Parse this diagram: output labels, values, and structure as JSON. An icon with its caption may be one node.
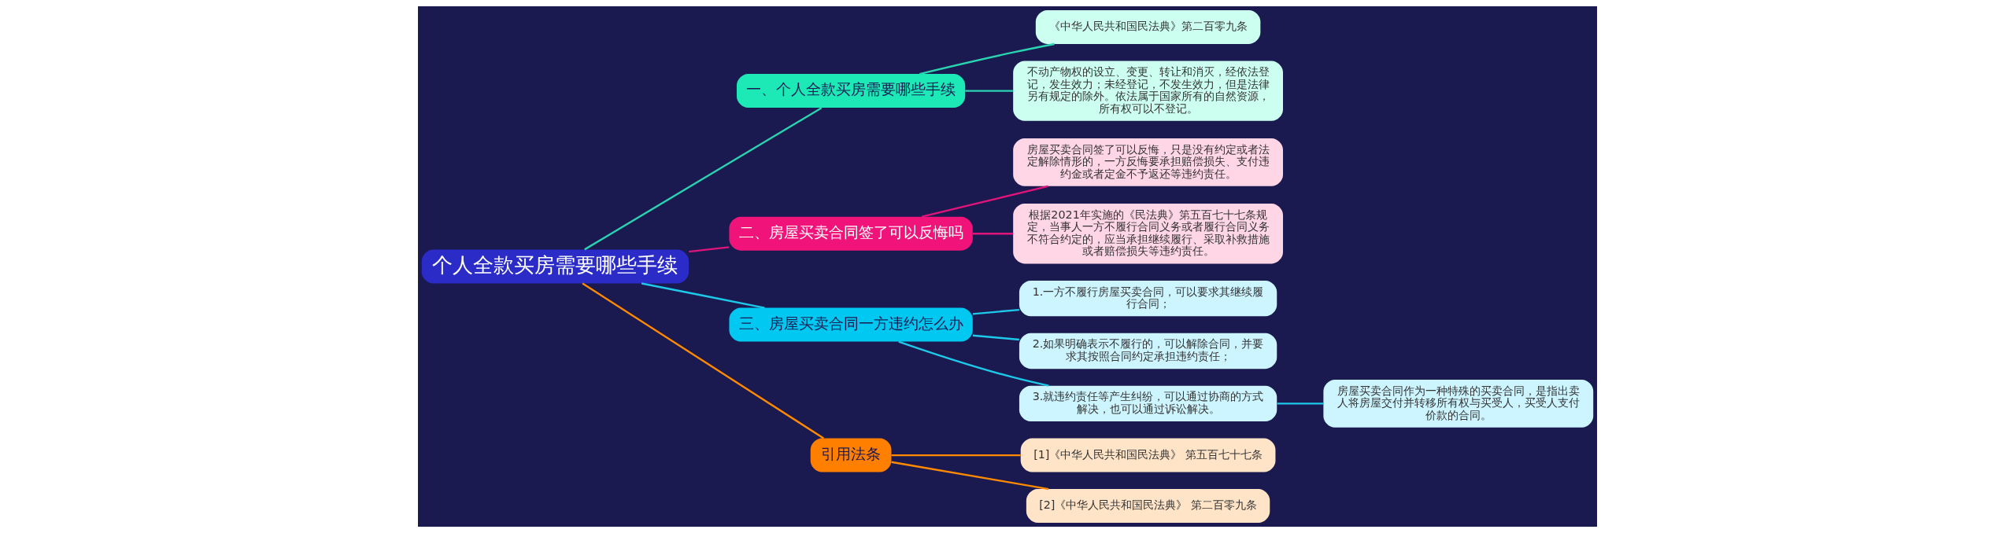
{
  "diagram": {
    "nodes": [
      {
        "text": [
          "个人全款买房需要哪些手续"
        ]
      },
      {
        "text": [
          "一、个人全款买房需要哪些手续"
        ]
      },
      {
        "text": [
          "《中华人民共和国民法典》第二百零九条"
        ]
      },
      {
        "text": [
          "不动产物权的设立、变更、转让和消灭，经依法登记，发生效力；未经登记，不发生效力，但是法律另有规定的除外。依法属于国家所有的自然资源，所有权可以不登记。"
        ]
      },
      {
        "text": [
          "二、房屋买卖合同签了可以反悔吗"
        ]
      },
      {
        "text": [
          "房屋买卖合同签了可以反悔，只是没有约定或者法定解除情形的，一方反悔要承担赔偿损失、支付违约金或者定金不予返还等违约责任。"
        ]
      },
      {
        "text": [
          "根据2021年实施的《民法典》第五百七十七条规定，当事人一方不履行合同义务或者履行合同义务不符合约定的，应当承担继续履行、采取补救措施或者赔偿损失等违约责任。"
        ]
      },
      {
        "text": [
          "三、房屋买卖合同一方违约怎么办"
        ]
      },
      {
        "text": [
          "1.一方不履行房屋买卖合同，可以要求其继续履行合同；"
        ]
      },
      {
        "text": [
          "2.如果明确表示不履行的，可以解除合同，并要求其按照合同约定承担违约责任；"
        ]
      },
      {
        "text": [
          "3.就违约责任等产生纠纷，可以通过协商的方式解决，也可以通过诉讼解决。"
        ]
      },
      {
        "text": [
          "房屋买卖合同作为一种特殊的买卖合同，是指出卖人将房屋交付并转移所有权与买受人，买受人支付价款的合同。"
        ]
      },
      {
        "text": [
          "引用法条"
        ]
      },
      {
        "text": [
          "[1]《中华人民共和国民法典》 第五百七十七条"
        ]
      },
      {
        "text": [
          "[2]《中华人民共和国民法典》 第二百零九条"
        ]
      }
    ],
    "edges": [
      {
        "from": 0,
        "to": 1,
        "arrow": "none",
        "color": "#2ad4b0"
      },
      {
        "from": 1,
        "to": 2,
        "arrow": "none",
        "color": "#2ad4b0"
      },
      {
        "from": 1,
        "to": 3,
        "arrow": "none",
        "color": "#2ad4b0"
      },
      {
        "from": 0,
        "to": 4,
        "arrow": "none",
        "color": "#e0147a"
      },
      {
        "from": 4,
        "to": 5,
        "arrow": "none",
        "color": "#e0147a"
      },
      {
        "from": 4,
        "to": 6,
        "arrow": "none",
        "color": "#e0147a"
      },
      {
        "from": 0,
        "to": 7,
        "arrow": "none"
      },
      {
        "from": 7,
        "to": 8,
        "arrow": "none"
      },
      {
        "from": 7,
        "to": 9,
        "arrow": "none"
      },
      {
        "from": 7,
        "to": 10,
        "arrow": "none"
      },
      {
        "from": 10,
        "to": 11,
        "arrow": "none"
      },
      {
        "from": 0,
        "to": 12,
        "arrow": "none",
        "color": "#ff8a00"
      },
      {
        "from": 12,
        "to": 13,
        "arrow": "none",
        "color": "#ff8a00"
      },
      {
        "from": 12,
        "to": 14,
        "arrow": "none",
        "color": "#ff8a00"
      }
    ]
  }
}
